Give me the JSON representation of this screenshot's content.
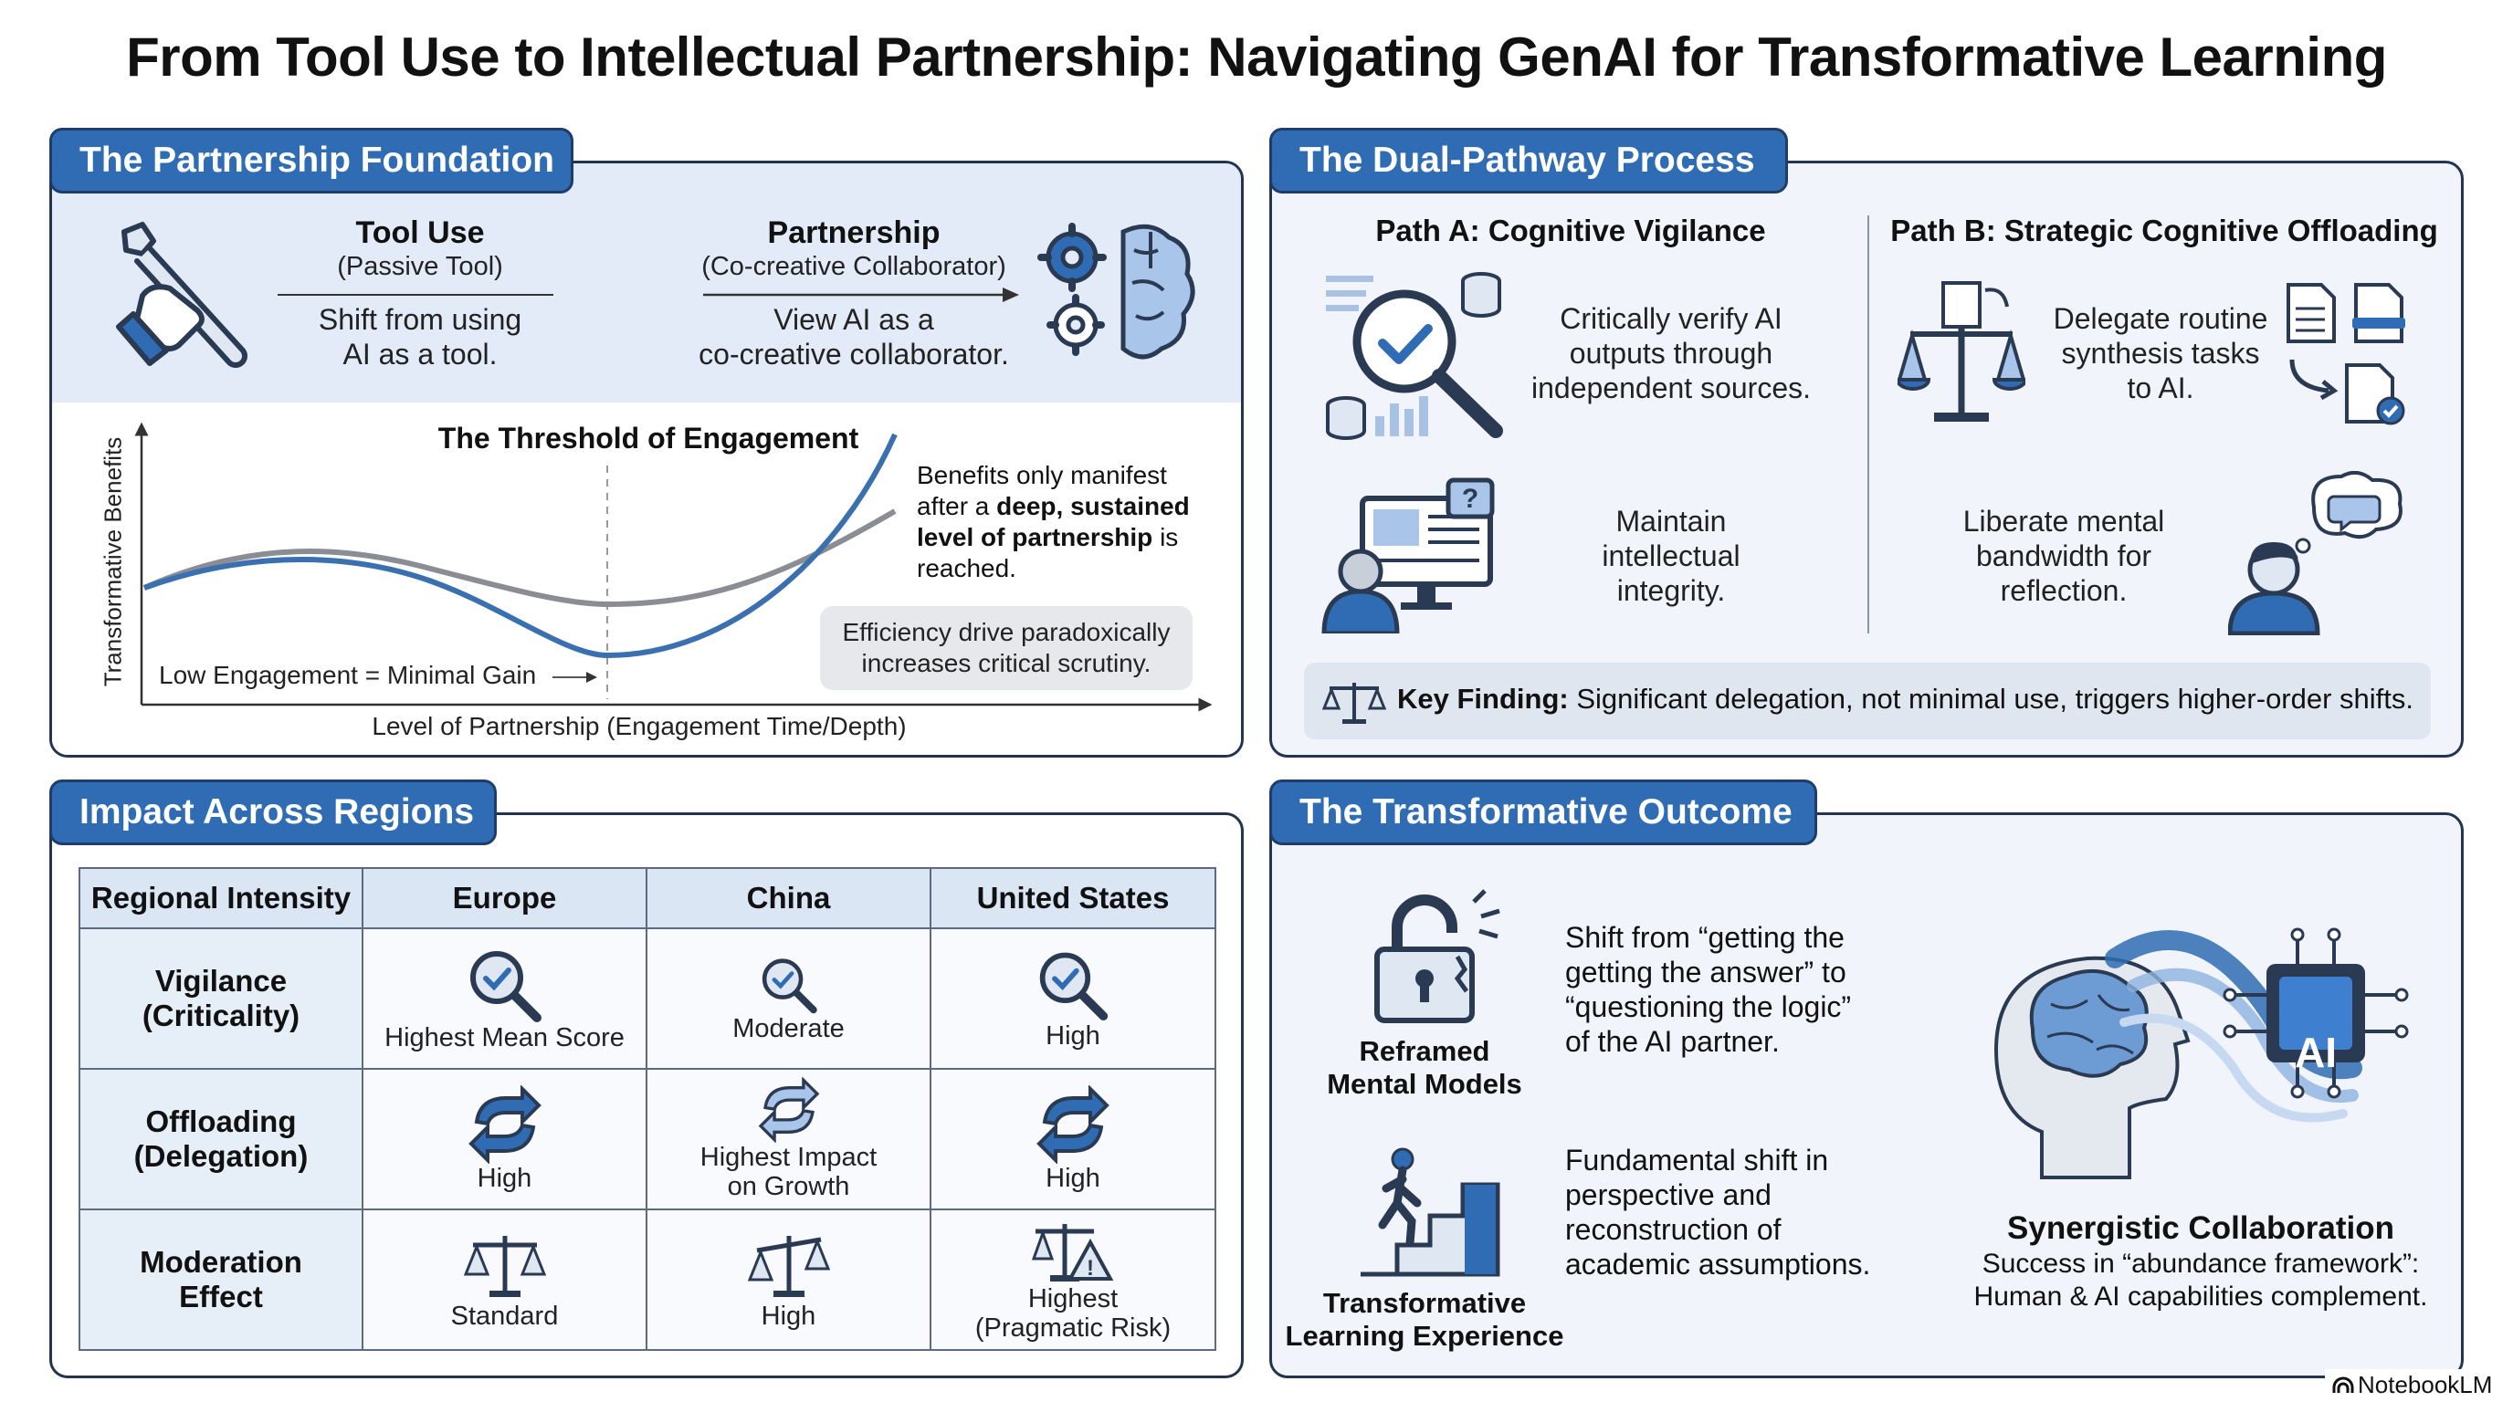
{
  "title": "From Tool Use to Intellectual Partnership: Navigating GenAI for Transformative Learning",
  "foundation": {
    "header": "The Partnership Foundation",
    "tool_use": {
      "title": "Tool Use",
      "subtitle": "(Passive Tool)",
      "desc_line1": "Shift from using",
      "desc_line2": "AI as a tool."
    },
    "partnership": {
      "title": "Partnership",
      "subtitle": "(Co-creative Collaborator)",
      "desc_line1": "View AI as a",
      "desc_line2": "co-creative collaborator."
    },
    "chart_title": "The Threshold of Engagement",
    "y_label": "Transformative Benefits",
    "x_label": "Level of Partnership (Engagement Time/Depth)",
    "low_label": "Low Engagement = Minimal Gain",
    "benefit_1": "Benefits only manifest",
    "benefit_2a": "after a ",
    "benefit_2b": "deep, sustained",
    "benefit_3": "level of partnership",
    "benefit_3b": " is",
    "benefit_4": "reached.",
    "efficiency_1": "Efficiency drive paradoxically",
    "efficiency_2": "increases critical scrutiny."
  },
  "dual": {
    "header": "The Dual-Pathway Process",
    "path_a": "Path A: Cognitive Vigilance",
    "path_b": "Path B: Strategic Cognitive Offloading",
    "a1_l1": "Critically verify AI",
    "a1_l2": "outputs through",
    "a1_l3": "independent sources.",
    "a2_l1": "Maintain",
    "a2_l2": "intellectual",
    "a2_l3": "integrity.",
    "b1_l1": "Delegate routine",
    "b1_l2": "synthesis tasks",
    "b1_l3": "to AI.",
    "b2_l1": "Liberate mental",
    "b2_l2": "bandwidth for",
    "b2_l3": "reflection.",
    "key_label": "Key Finding:",
    "key_text": " Significant delegation, not minimal use, triggers higher-order shifts."
  },
  "regions": {
    "header": "Impact Across Regions",
    "columns": [
      "Regional Intensity",
      "Europe",
      "China",
      "United States"
    ],
    "rows": [
      {
        "label_1": "Vigilance",
        "label_2": "(Criticality)",
        "cells": [
          {
            "l1": "Highest Mean Score",
            "l2": ""
          },
          {
            "l1": "Moderate",
            "l2": ""
          },
          {
            "l1": "High",
            "l2": ""
          }
        ]
      },
      {
        "label_1": "Offloading",
        "label_2": "(Delegation)",
        "cells": [
          {
            "l1": "High",
            "l2": ""
          },
          {
            "l1": "Highest Impact",
            "l2": "on Growth"
          },
          {
            "l1": "High",
            "l2": ""
          }
        ]
      },
      {
        "label_1": "Moderation",
        "label_2": "Effect",
        "cells": [
          {
            "l1": "Standard",
            "l2": ""
          },
          {
            "l1": "High",
            "l2": ""
          },
          {
            "l1": "Highest",
            "l2": "(Pragmatic Risk)"
          }
        ]
      }
    ]
  },
  "outcome": {
    "header": "The Transformative Outcome",
    "reframed_1": "Reframed",
    "reframed_2": "Mental Models",
    "shift_1": "Shift from “getting the",
    "shift_2": "getting the answer” to",
    "shift_3": "“questioning the logic”",
    "shift_4": "of the AI partner.",
    "transf_1": "Transformative",
    "transf_2": "Learning Experience",
    "fund_1": "Fundamental shift in",
    "fund_2": "perspective and",
    "fund_3": "reconstruction of",
    "fund_4": "academic assumptions.",
    "ai_chip": "AI",
    "syn_title": "Synergistic Collaboration",
    "syn_1": "Success in “abundance framework”:",
    "syn_2": "Human & AI capabilities complement."
  },
  "footer": "NotebookLM",
  "colors": {
    "accent": "#2f6cb3",
    "dark": "#23344f",
    "panel_bg": "#f1f5fb",
    "curve_blue": "#3a6fb0",
    "curve_gray": "#8a8d94"
  }
}
